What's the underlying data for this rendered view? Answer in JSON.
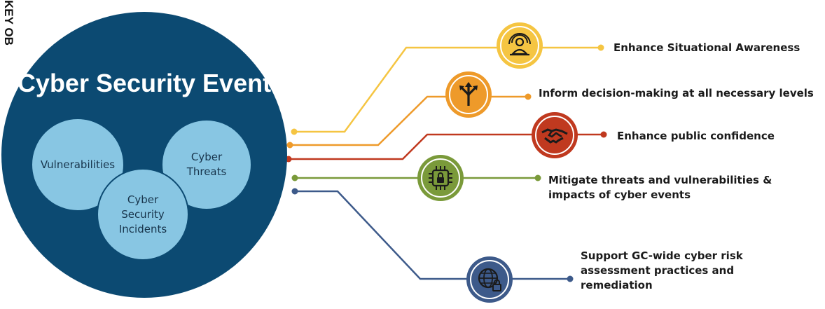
{
  "side_label": "KEY OB",
  "main_circle": {
    "title": "Cyber Security Event",
    "color": "#0c4a72",
    "inner": [
      {
        "label": "Vulnerabilities"
      },
      {
        "label": "Cyber Threats"
      },
      {
        "label": "Cyber Security Incidents"
      }
    ],
    "inner_color": "#88c6e3"
  },
  "outcomes": [
    {
      "text": "Enhance Situational Awareness",
      "color": "#f5c542",
      "icon": "person-signal-icon"
    },
    {
      "text": "Inform decision-making at all necessary levels",
      "color": "#ee9a2a",
      "icon": "split-arrows-icon"
    },
    {
      "text": "Enhance public confidence",
      "color": "#c0391f",
      "icon": "handshake-icon"
    },
    {
      "text": "Mitigate threats and vulnerabilities & impacts of cyber events",
      "color": "#7a9a3a",
      "icon": "chip-lock-icon"
    },
    {
      "text": "Support GC-wide cyber risk assessment practices and remediation",
      "color": "#3d5a8a",
      "icon": "globe-lock-icon"
    }
  ]
}
